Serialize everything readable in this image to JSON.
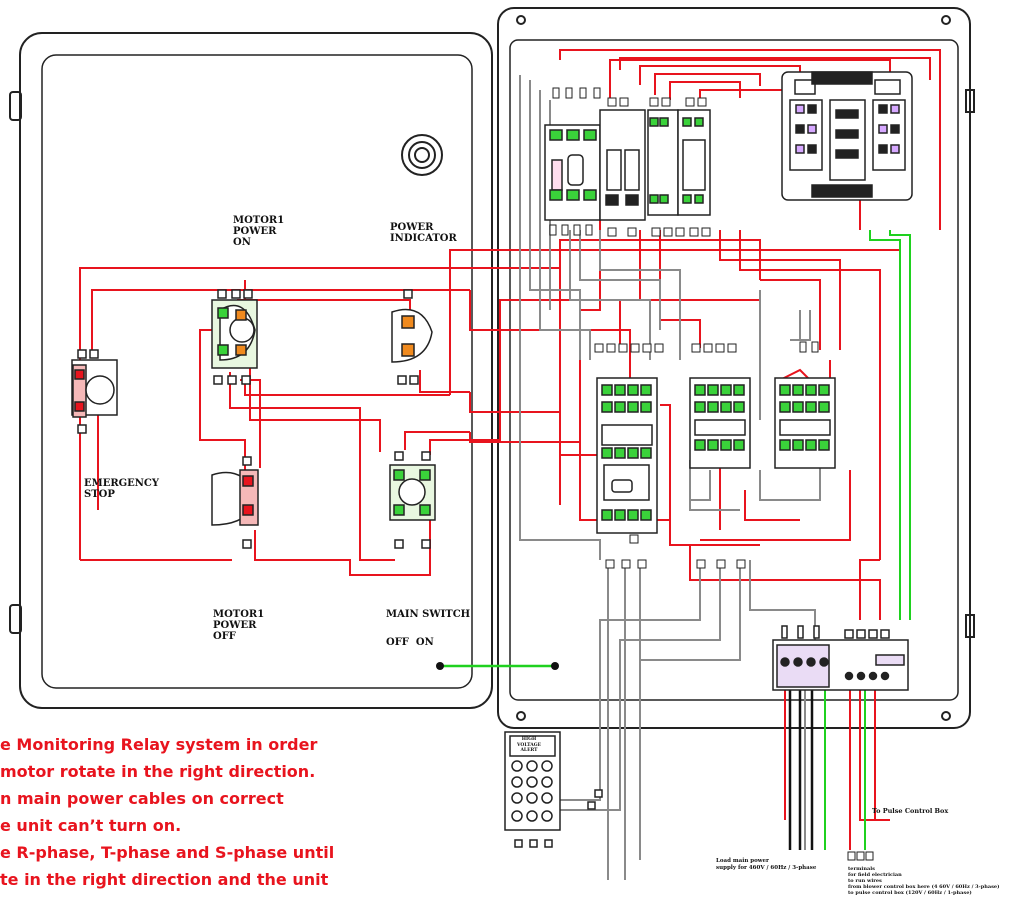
{
  "labels": {
    "motor_on": "MOTOR1\nPOWER\nON",
    "power_indicator": "POWER\nINDICATOR",
    "emergency_stop": "EMERGENCY\nSTOP",
    "motor_off": "MOTOR1\nPOWER\nOFF",
    "main_switch": "MAIN SWITCH",
    "off_on": "OFF  ON",
    "to_pulse_box": "To Pulse Control Box",
    "load_supply": "Load main power\nsupply for 460V / 60Hz / 3-phase",
    "terminals": "terminals\nfor field electrician\nto run wires\nfrom blower control box here (4 60V / 60Hz / 3-phase)\nto pulse control box (120V / 60Hz / 1-phase)",
    "hv_alert": "HIGH\nVOLTAGE\nALERT"
  },
  "notes": [
    "e Monitoring Relay system in order",
    "motor rotate in the right direction.",
    "n main power cables on correct",
    "e unit can’t turn on.",
    "e R-phase, T-phase and S-phase until",
    "te in the right direction and the unit"
  ],
  "colors": {
    "wire_red": "#e8141e",
    "wire_green": "#1fd11f",
    "wire_gray": "#8a8a8a",
    "frame": "#222222"
  }
}
